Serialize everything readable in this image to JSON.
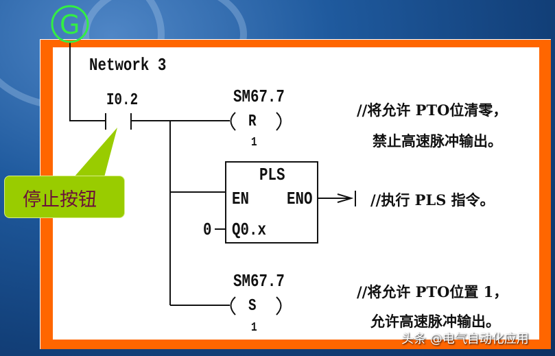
{
  "badge_letter": "G",
  "network_title": "Network 3",
  "contact": {
    "address": "I0.2"
  },
  "coil_reset": {
    "address": "SM67.7",
    "op": "R",
    "count": "1"
  },
  "coil_set": {
    "address": "SM67.7",
    "op": "S",
    "count": "1"
  },
  "pls_box": {
    "title": "PLS",
    "en": "EN",
    "eno": "ENO",
    "input_label": "Q0.x",
    "input_value": "0"
  },
  "comments": {
    "reset_line1": "//将允许 PTO位清零，",
    "reset_line2": "禁止高速脉冲输出。",
    "pls": "//执行 PLS 指令。",
    "set_line1": "//将允许 PTO位置 1，",
    "set_line2": "允许高速脉冲输出。"
  },
  "callout": "停止按钮",
  "watermark": "头条 @电气自动化应用",
  "colors": {
    "frame": "#ff6600",
    "callout": "#99cc00",
    "callout_text": "#6b0f3a",
    "badge": "#33ee44"
  }
}
